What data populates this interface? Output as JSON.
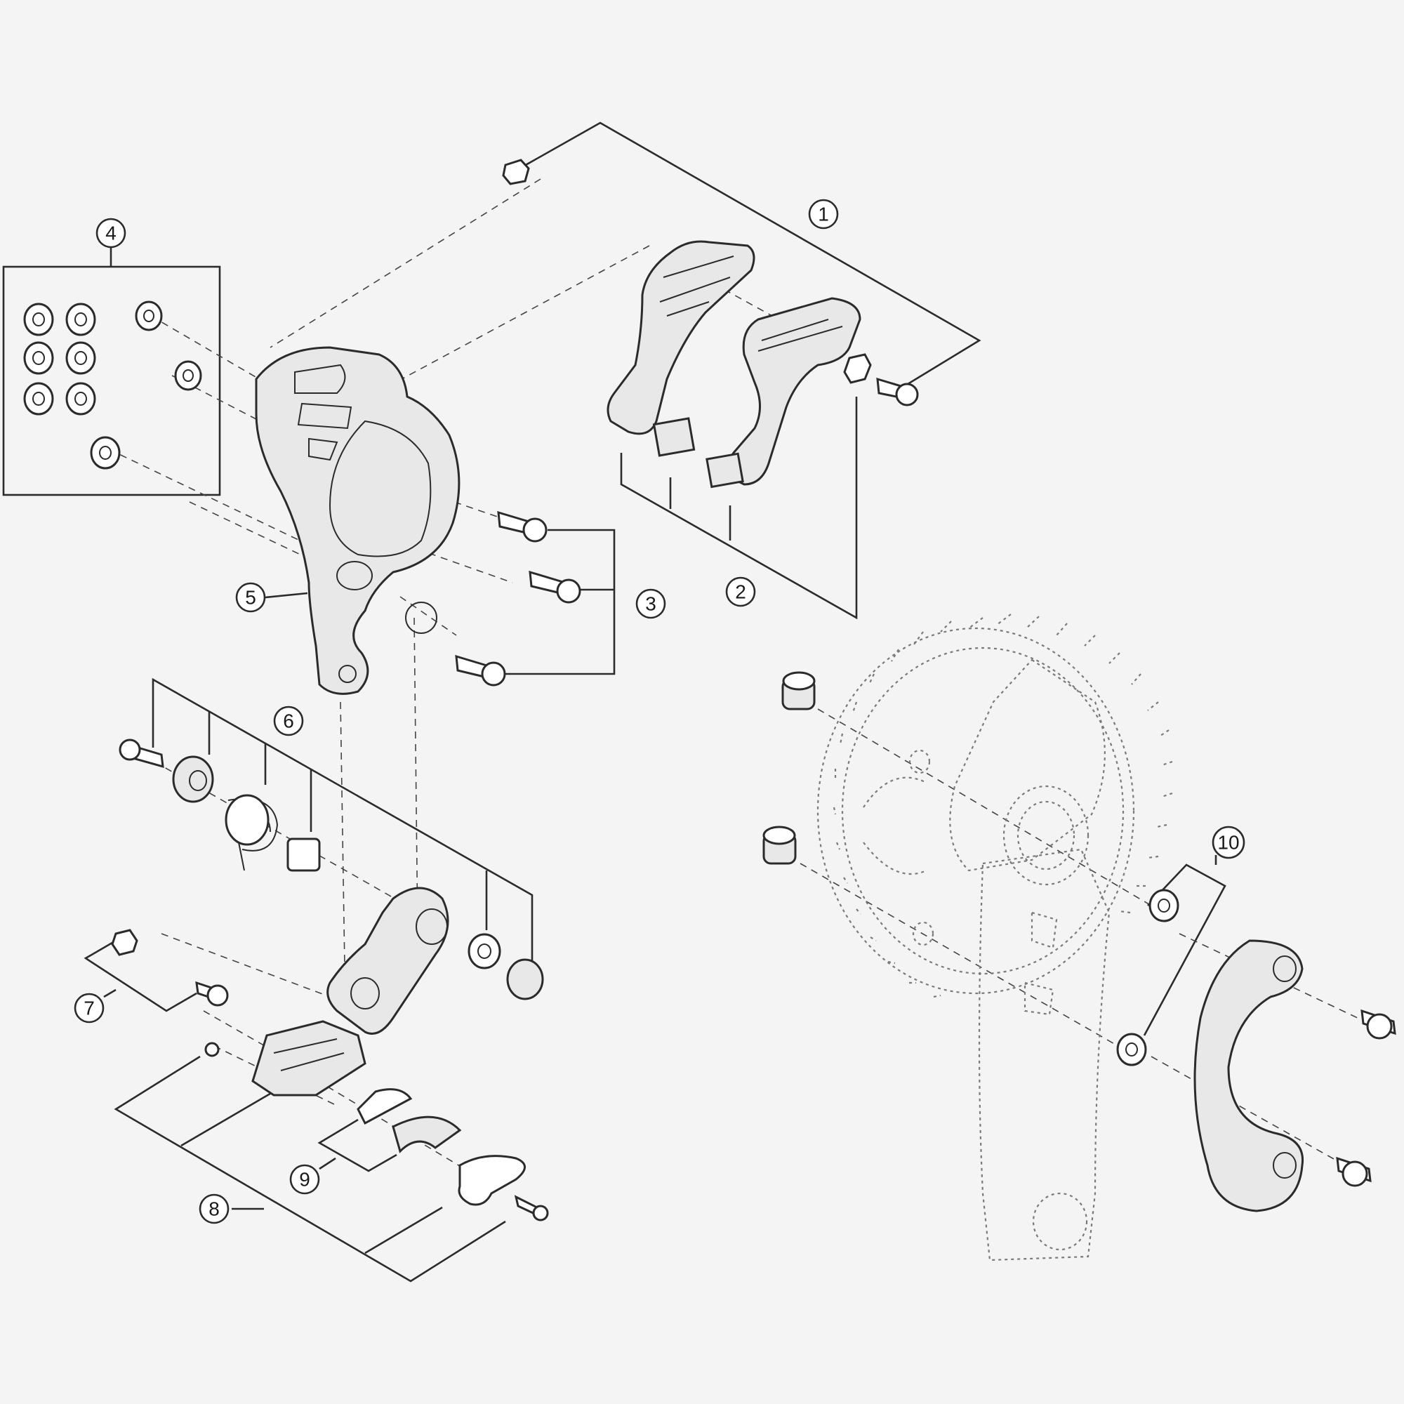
{
  "callouts": [
    {
      "id": "1",
      "label": "1"
    },
    {
      "id": "2",
      "label": "2"
    },
    {
      "id": "3",
      "label": "3"
    },
    {
      "id": "4",
      "label": "4"
    },
    {
      "id": "5",
      "label": "5"
    },
    {
      "id": "6",
      "label": "6"
    },
    {
      "id": "7",
      "label": "7"
    },
    {
      "id": "8",
      "label": "8"
    },
    {
      "id": "9",
      "label": "9"
    },
    {
      "id": "10",
      "label": "10"
    }
  ],
  "colors": {
    "line": "#2b2b2b",
    "background": "#f4f4f4",
    "part_fill": "#ffffff",
    "ghost_line": "#7a7a7a"
  }
}
